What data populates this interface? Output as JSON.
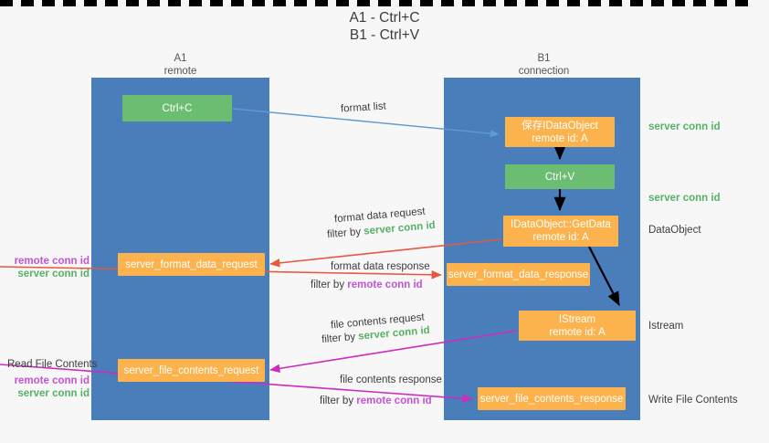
{
  "title": {
    "line1": "A1 - Ctrl+C",
    "line2": "B1 - Ctrl+V"
  },
  "lanes": [
    {
      "name": "A1",
      "sub": "remote",
      "accent": "#4a7ebb"
    },
    {
      "name": "B1",
      "sub": "connection",
      "accent": "#4a7ebb"
    }
  ],
  "colors": {
    "lane": "#4a7ebb",
    "green_node": "#6abd71",
    "orange_node": "#fcb34e",
    "server_conn_id": "#54b265",
    "remote_conn_id": "#c453d6",
    "red_arrow": "#e8573f",
    "magenta_arrow": "#cc2bbd",
    "blue_arrow": "#5b9bd5",
    "black_arrow": "#000000"
  },
  "nodes": {
    "ctrl_c": {
      "label": "Ctrl+C"
    },
    "save_idataobject": {
      "label": "保存IDataObject",
      "sub": "remote id: A"
    },
    "ctrl_v": {
      "label": "Ctrl+V"
    },
    "getdata": {
      "label": "IDataObject::GetData",
      "sub": "remote id: A"
    },
    "istream": {
      "label": "IStream",
      "sub": "remote id: A"
    },
    "server_format_data_request": {
      "label": "server_format_data_request"
    },
    "server_format_data_response": {
      "label": "server_format_data_response"
    },
    "server_file_contents_request": {
      "label": "server_file_contents_request"
    },
    "server_file_contents_response": {
      "label": "server_file_contents_response"
    }
  },
  "right_labels": {
    "server_conn_id_top": "server conn id",
    "server_conn_id_mid": "server conn id",
    "dataobject": "DataObject",
    "istream": "Istream",
    "write_file_contents": "Write File Contents"
  },
  "left_labels": {
    "remote_conn_id_1": "remote conn id",
    "server_conn_id_1": "server conn id",
    "read_file_contents": "Read File Contents",
    "remote_conn_id_2": "remote conn id",
    "server_conn_id_2": "server conn id"
  },
  "edges": {
    "format_list": "format list",
    "format_data_request": "format data request",
    "format_data_request_filter_prefix": "filter by ",
    "format_data_request_filter_value": "server conn id",
    "format_data_response": "format data response",
    "format_data_response_filter_prefix": "filter by ",
    "format_data_response_filter_value": "remote conn id",
    "file_contents_request": "file contents request",
    "file_contents_request_filter_prefix": "filter by ",
    "file_contents_request_filter_value": "server conn id",
    "file_contents_response": "file contents response",
    "file_contents_response_filter_prefix": "filter by ",
    "file_contents_response_filter_value": "remote conn id"
  }
}
